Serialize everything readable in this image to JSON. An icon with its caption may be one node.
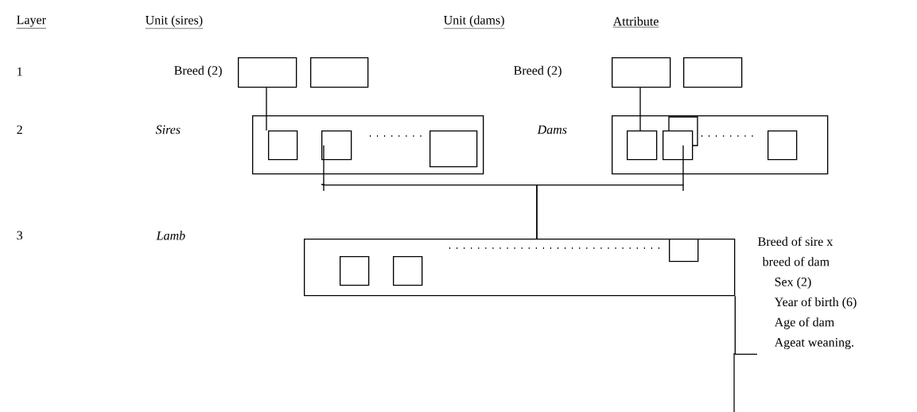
{
  "diagram": {
    "nodes": [
      {
        "text": [],
        "shape": "box"
      },
      {
        "text": [],
        "shape": "box"
      },
      {
        "text": [],
        "shape": "box"
      },
      {
        "text": [],
        "shape": "box"
      },
      {
        "text": [],
        "shape": "box"
      },
      {
        "text": [],
        "shape": "box",
        "in": 4
      },
      {
        "text": [],
        "shape": "box",
        "in": 4
      },
      {
        "text": [],
        "shape": "box",
        "in": 4
      },
      {
        "text": [],
        "shape": "box"
      },
      {
        "text": [],
        "shape": "box",
        "in": 8
      },
      {
        "text": [],
        "shape": "box",
        "in": 8
      },
      {
        "text": [],
        "shape": "box",
        "in": 8
      },
      {
        "text": [],
        "shape": "box"
      },
      {
        "text": [],
        "shape": "box",
        "in": 12
      },
      {
        "text": [],
        "shape": "box",
        "in": 12
      },
      {
        "text": [],
        "shape": "box",
        "in": 12
      },
      {
        "text": [
          "Breed of sire x",
          "breed of dam",
          "Sex (2)",
          "Year of birth (6)",
          "Age of dam",
          "Ageat weaning."
        ]
      }
    ],
    "edges": [
      {
        "from": 0,
        "to": 5,
        "arrow": "none"
      },
      {
        "from": 2,
        "to": 9,
        "arrow": "none"
      },
      {
        "from": 6,
        "to": 12,
        "arrow": "none"
      },
      {
        "from": 10,
        "to": 12,
        "arrow": "none"
      },
      {
        "from": 12,
        "to": 16,
        "arrow": "none"
      }
    ],
    "labels": [
      "Layer",
      "Unit (sires)",
      "Unit (dams)",
      "Attribute",
      "1",
      "Breed (2)",
      "Breed (2)",
      "2",
      "Sires",
      "Dams",
      "3",
      "Lamb"
    ]
  }
}
